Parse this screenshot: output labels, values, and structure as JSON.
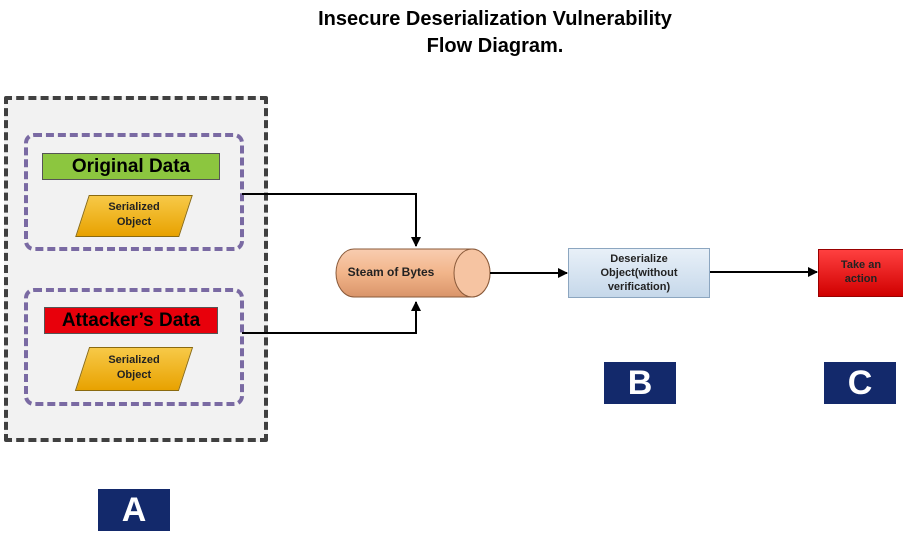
{
  "title": {
    "line1": "Insecure Deserialization Vulnerability",
    "line2": "Flow Diagram."
  },
  "group_a": {
    "original": {
      "label": "Original Data",
      "serialized": "Serialized Object",
      "color": "#8cc63f"
    },
    "attacker": {
      "label": "Attacker’s Data",
      "serialized": "Serialized Object",
      "color": "#e8000b"
    }
  },
  "stream": {
    "label": "Steam of Bytes",
    "color": "#f2b58a"
  },
  "deserialize": {
    "label": "Deserialize Object(without verification)"
  },
  "action": {
    "label": "Take an action"
  },
  "markers": {
    "a": "A",
    "b": "B",
    "c": "C"
  }
}
